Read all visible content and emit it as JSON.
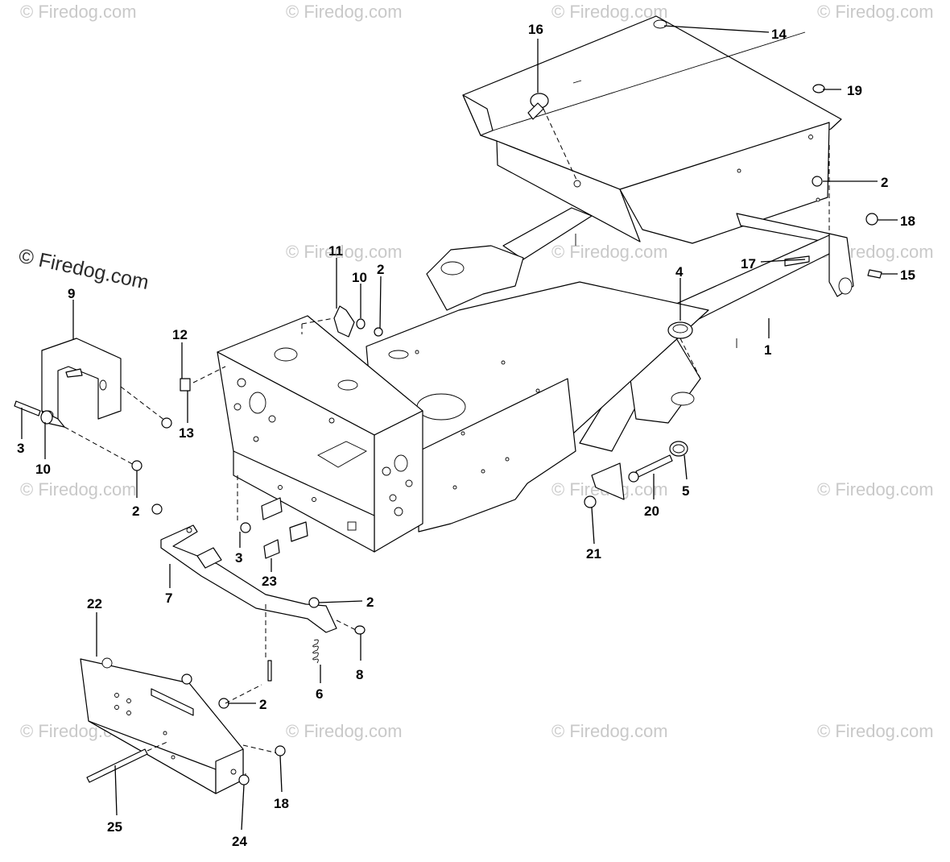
{
  "watermark": {
    "text": "© Firedog.com",
    "main_text": "© Firedog.com"
  },
  "callouts": [
    "1",
    "2",
    "3",
    "4",
    "5",
    "6",
    "7",
    "8",
    "9",
    "10",
    "11",
    "12",
    "13",
    "14",
    "15",
    "16",
    "17",
    "18",
    "19",
    "20",
    "21",
    "22",
    "23",
    "24",
    "25"
  ],
  "labels": {
    "l1": "1",
    "l2a": "2",
    "l2b": "2",
    "l2c": "2",
    "l2d": "2",
    "l2e": "2",
    "l3a": "3",
    "l3b": "3",
    "l4": "4",
    "l5": "5",
    "l6": "6",
    "l7": "7",
    "l8": "8",
    "l9": "9",
    "l10a": "10",
    "l10b": "10",
    "l11": "11",
    "l12": "12",
    "l13": "13",
    "l14": "14",
    "l15": "15",
    "l16": "16",
    "l17": "17",
    "l18a": "18",
    "l18b": "18",
    "l19": "19",
    "l20": "20",
    "l21": "21",
    "l22": "22",
    "l23": "23",
    "l24": "24",
    "l25": "25"
  }
}
